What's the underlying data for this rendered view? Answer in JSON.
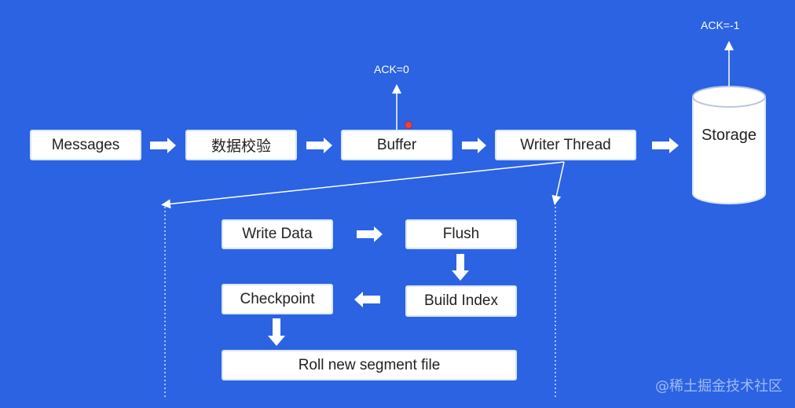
{
  "diagram": {
    "ack_buffer": "ACK=0",
    "ack_storage": "ACK=-1",
    "pipeline": {
      "messages": "Messages",
      "validate": "数据校验",
      "buffer": "Buffer",
      "writer_thread": "Writer Thread",
      "storage": "Storage"
    },
    "detail": {
      "write_data": "Write Data",
      "flush": "Flush",
      "build_index": "Build Index",
      "checkpoint": "Checkpoint",
      "roll_segment": "Roll new segment file"
    }
  },
  "watermark": "@稀土掘金技术社区",
  "colors": {
    "background": "#2b63e3",
    "box_fill": "#ffffff",
    "box_border": "#d9e6ff",
    "arrow": "#ffffff"
  }
}
